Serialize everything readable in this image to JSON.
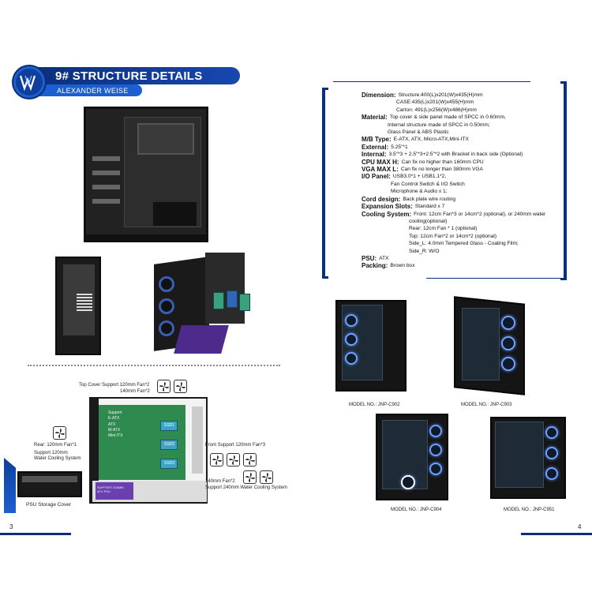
{
  "left_page": {
    "title": "9# STRUCTURE DETAILS",
    "brand": "ALEXANDER WEISE",
    "structure_labels": {
      "top_cover": "Top Cover Support 120mm Fan*2",
      "top_cover_2": "140mm Fan*2",
      "rear": "Rear: 120mm Fan*1",
      "rear_water_1": "Support 120mm",
      "rear_water_2": "Water Cooling System",
      "front": "Front Support 120mm Fan*3",
      "front_2": "140mm Fan*2",
      "front_3": "Support 240mm Water Cooling System",
      "psu_cover": "PSU Storage Cover"
    },
    "board_text": [
      "Support",
      "E-ATX",
      "ATX",
      "M-ATX",
      "Mini-ITX"
    ],
    "bays": [
      "SSD1",
      "SSD2",
      "SSD3"
    ],
    "psu_text": [
      "SUPPORT 200MM",
      "ATX PSU"
    ],
    "page_number": "3"
  },
  "right_page": {
    "specs": [
      {
        "key": "Dimension:",
        "value": "Structure:400(L)x201(W)x435(H)mm",
        "cont": [
          "CASE:435(L)x201(W)x455(H)mm",
          "Carton: 491(L)x256(W)x486(H)mm"
        ]
      },
      {
        "key": "Material:",
        "value": "Top cover & side panel made of SPCC in 0.60mm,",
        "cont": [
          "Internal structure made of SPCC in 0.50mm;",
          "Glass Panel & ABS Plastic"
        ]
      },
      {
        "key": "M/B Type:",
        "value": "E-ATX, ATX, Micro-ATX,Mini-ITX",
        "cont": []
      },
      {
        "key": "External:",
        "value": "5.25\"*1",
        "cont": []
      },
      {
        "key": "Internal:",
        "value": "3.5\"*3 + 2.5\"*3+2.5\"*2 with Bracket in back side (Optional)",
        "cont": []
      },
      {
        "key": "CPU MAX H:",
        "value": "Can fix no higher than 160mm CPU",
        "cont": []
      },
      {
        "key": "VGA MAX L:",
        "value": "Can fix no longer than 380mm VGA",
        "cont": []
      },
      {
        "key": "I/O Panel:",
        "value": "USB3.0*1 + USB1.1*2,",
        "cont": [
          "Fan Control Switch & I/O Switch",
          "Microphone & Audio x 1;"
        ]
      },
      {
        "key": "Cord design:",
        "value": "Back plate wire routing",
        "cont": []
      },
      {
        "key": "Expansion Slots:",
        "value": "Standard x 7",
        "cont": []
      },
      {
        "key": "Cooling System:",
        "value": "Front: 12cm Fan*3 or 14cm*2 (optional), or 240mm water",
        "cont": [
          "cooling(optional)",
          "Rear: 12cm Fan * 1 (optional)",
          "Top: 12cm Fan*2 or 14cm*2 (optional)",
          "Side_L: 4.0mm Tempered Glass - Coating Film;",
          "Side_R: W/O"
        ]
      },
      {
        "key": "PSU:",
        "value": "ATX",
        "cont": []
      },
      {
        "key": "Packing:",
        "value": "Brown box",
        "cont": []
      }
    ],
    "models": [
      "MODEL NO.: JNP-C902",
      "MODEL NO.: JNP-C903",
      "MODEL NO.: JNP-C904",
      "MODEL NO.: JNP-C951"
    ],
    "page_number": "4"
  },
  "colors": {
    "brand_blue": "#0b2f7a",
    "accent_blue": "#1c5fd0"
  }
}
